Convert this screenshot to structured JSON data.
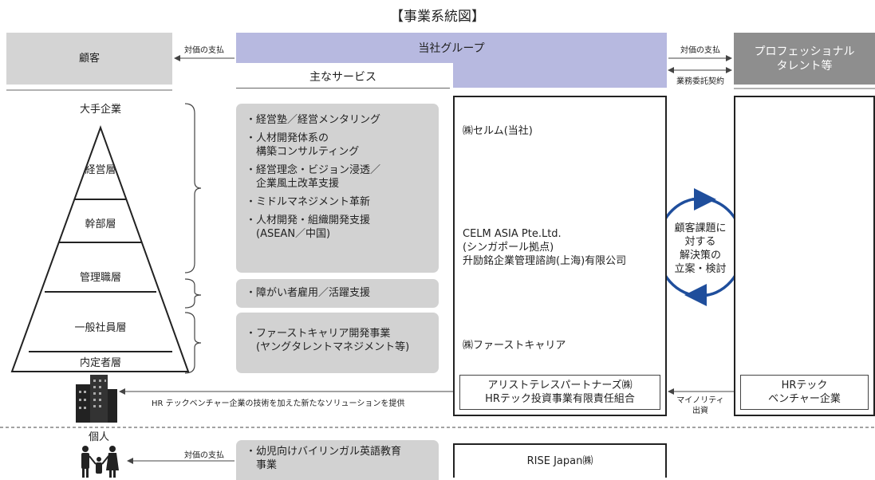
{
  "title": "【事業系統図】",
  "header": {
    "customer": "顧客",
    "group": "当社グループ",
    "professional": "プロフェッショナル\nタレント等",
    "payment_left": "対価の支払",
    "payment_right": "対価の支払",
    "contract": "業務委託契約",
    "services_title": "主なサービス"
  },
  "pyramid": {
    "levels": [
      "大手企業",
      "経営層",
      "幹部層",
      "管理職層",
      "一般社員層",
      "内定者層"
    ]
  },
  "services": {
    "group1": [
      "・経営塾／経営メンタリング",
      "・人材開発体系の\n　構築コンサルティング",
      "・経営理念・ビジョン浸透／\n　企業風土改革支援",
      "・ミドルマネジメント革新",
      "・人材開発・組織開発支援\n　(ASEAN／中国)"
    ],
    "group2": [
      "・障がい者雇用／活躍支援"
    ],
    "group3": [
      "・ファーストキャリア開発事業\n　(ヤングタレントマネジメント等)"
    ],
    "group4": [
      "・幼児向けバイリンガル英語教育\n　事業"
    ]
  },
  "companies": {
    "celm": "㈱セルム(当社)",
    "asia": "CELM ASIA Pte.Ltd.\n(シンガポール拠点)\n升励銘企業管理諮詢(上海)有限公司",
    "first": "㈱ファーストキャリア",
    "aristoteles": "アリストテレスパートナーズ㈱\nHRテック投資事業有限責任組合",
    "rise": "RISE Japan㈱"
  },
  "cycle_text": "顧客課題に\n対する\n解決策の\n立案・検討",
  "hrtech": {
    "venture": "HRテック\nベンチャー企業",
    "solution": "HR テックベンチャー企業の技術を加えた新たなソリューションを提供",
    "minority": "マイノリティ\n出資"
  },
  "individual": {
    "label": "個人",
    "payment": "対価の支払"
  },
  "colors": {
    "customer_bg": "#d4d4d4",
    "group_bg": "#b7b9e0",
    "professional_bg": "#8e8e8e",
    "service_bg": "#d2d2d2",
    "cycle": "#1f4e9c"
  }
}
